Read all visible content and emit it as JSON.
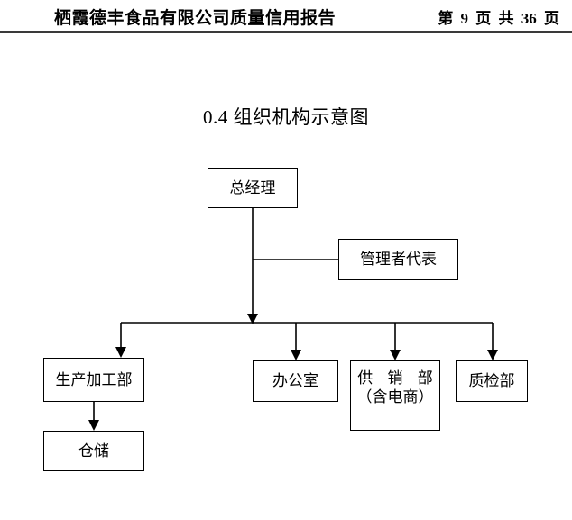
{
  "header": {
    "title": "栖霞德丰食品有限公司质量信用报告",
    "page_prefix": "第",
    "page_number": "9",
    "page_unit_1": "页",
    "page_total_prefix": "共",
    "page_total": "36",
    "page_unit_2": "页"
  },
  "section": {
    "title": "0.4 组织机构示意图"
  },
  "chart_data": {
    "type": "diagram",
    "diagram_kind": "organization-chart",
    "title": "0.4 组织机构示意图",
    "orientation": "top-down",
    "nodes": [
      {
        "id": "gm",
        "label": "总经理",
        "level": 0
      },
      {
        "id": "mgmt_rep",
        "label": "管理者代表",
        "level": 1
      },
      {
        "id": "production",
        "label": "生产加工部",
        "level": 2
      },
      {
        "id": "office",
        "label": "办公室",
        "level": 2
      },
      {
        "id": "sales",
        "label_line1": "供 销 部",
        "label_line2": "（含电商）",
        "level": 2
      },
      {
        "id": "qc",
        "label": "质检部",
        "level": 2
      },
      {
        "id": "warehouse",
        "label": "仓储",
        "level": 3
      }
    ],
    "edges": [
      {
        "from": "gm",
        "to": "mgmt_rep",
        "arrow": false
      },
      {
        "from": "gm",
        "to": "production",
        "arrow": true
      },
      {
        "from": "gm",
        "to": "office",
        "arrow": true
      },
      {
        "from": "gm",
        "to": "sales",
        "arrow": true
      },
      {
        "from": "gm",
        "to": "qc",
        "arrow": true
      },
      {
        "from": "production",
        "to": "warehouse",
        "arrow": true
      }
    ],
    "colors": {
      "stroke": "#000000",
      "fill": "#ffffff",
      "text": "#000000"
    }
  }
}
